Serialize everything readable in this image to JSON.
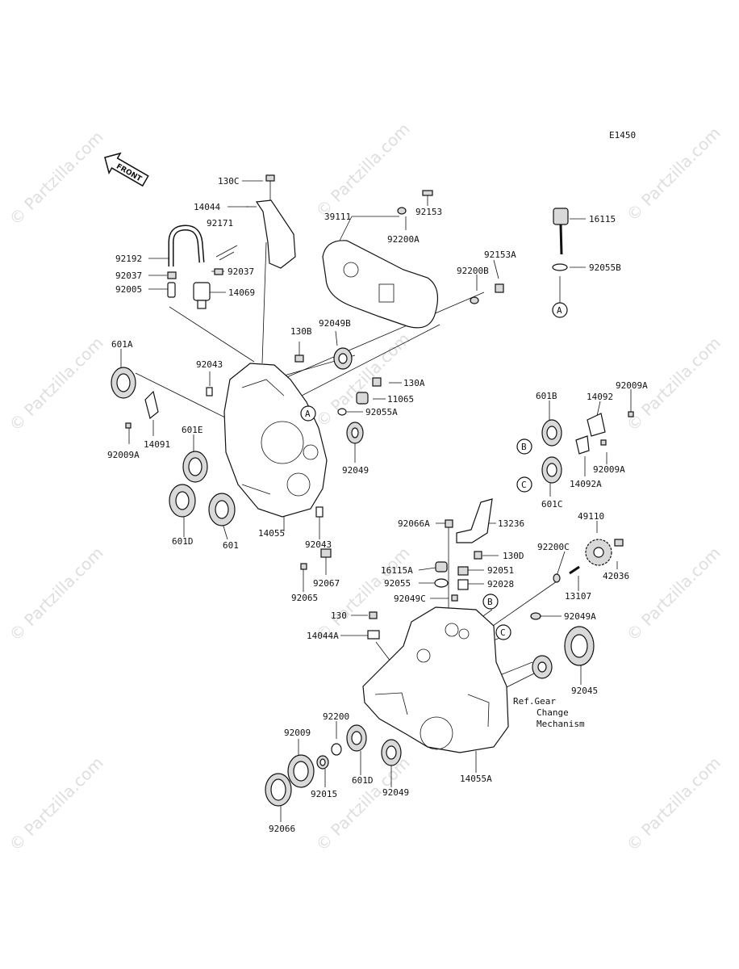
{
  "diagram_code": "E1450",
  "front_label": "FRONT",
  "watermark": "© Partzilla.com",
  "ref_note": [
    "Ref.Gear",
    "Change",
    "Mechanism"
  ],
  "callouts": [
    "A",
    "A",
    "B",
    "B",
    "C",
    "C"
  ],
  "labels": {
    "p130C": "130C",
    "p14044": "14044",
    "p92171": "92171",
    "p92192": "92192",
    "p92037a": "92037",
    "p92037b": "92037",
    "p92005": "92005",
    "p14069": "14069",
    "p39111": "39111",
    "p92153": "92153",
    "p92200A": "92200A",
    "p92153A": "92153A",
    "p92200B": "92200B",
    "p16115": "16115",
    "p92055B": "92055B",
    "p601A": "601A",
    "p92043a": "92043",
    "p130B": "130B",
    "p92049B": "92049B",
    "p130A": "130A",
    "p11065": "11065",
    "p92055A": "92055A",
    "p14091": "14091",
    "p92009Aa": "92009A",
    "p601E": "601E",
    "p92049a": "92049",
    "p601D": "601D",
    "p601": "601",
    "p14055": "14055",
    "p92043b": "92043",
    "p92067": "92067",
    "p92065": "92065",
    "p601B": "601B",
    "p14092": "14092",
    "p92009Ab": "92009A",
    "p92009Ac": "92009A",
    "p14092A": "14092A",
    "p601C": "601C",
    "p92066A": "92066A",
    "p13236": "13236",
    "p49110": "49110",
    "p130D": "130D",
    "p92200C": "92200C",
    "p16115A": "16115A",
    "p92055": "92055",
    "p92051": "92051",
    "p92028": "92028",
    "p42036": "42036",
    "p13107": "13107",
    "p92049C": "92049C",
    "p130": "130",
    "p14044A": "14044A",
    "p92049A": "92049A",
    "p92045": "92045",
    "p92200": "92200",
    "p92009": "92009",
    "p601Db": "601D",
    "p92049b": "92049",
    "p14055A": "14055A",
    "p92015": "92015",
    "p92066": "92066"
  }
}
